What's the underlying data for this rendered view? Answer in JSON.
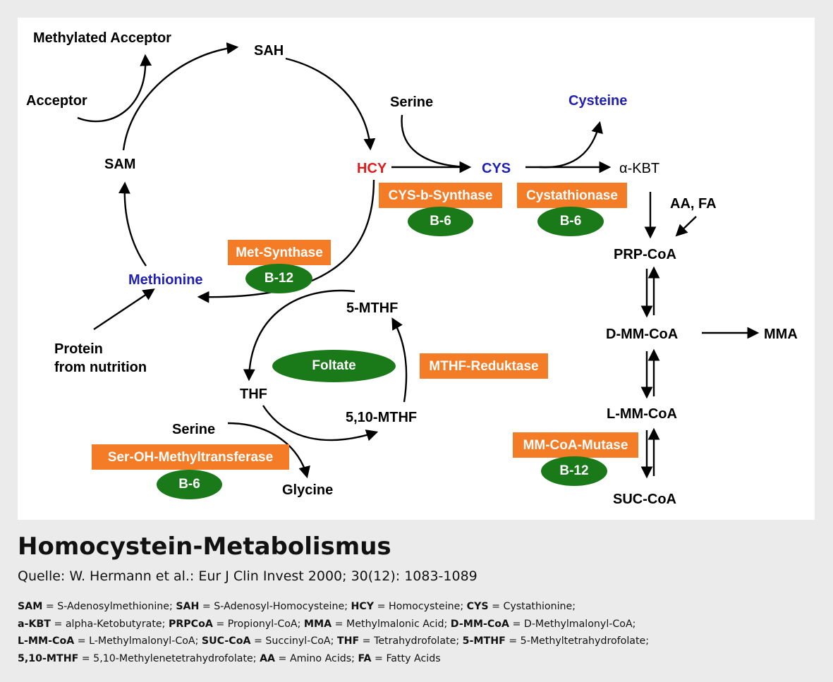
{
  "diagram": {
    "nodes": {
      "methylated_acceptor": "Methylated Acceptor",
      "sah": "SAH",
      "acceptor": "Acceptor",
      "sam": "SAM",
      "methionine": "Methionine",
      "protein": "Protein",
      "from_nutrition": "from nutrition",
      "hcy": "HCY",
      "cys": "CYS",
      "serine_top": "Serine",
      "cysteine": "Cysteine",
      "a_kbt": "α-KBT",
      "aa_fa": "AA, FA",
      "prp_coa": "PRP-CoA",
      "d_mm_coa": "D-MM-CoA",
      "mma": "MMA",
      "l_mm_coa": "L-MM-CoA",
      "suc_coa": "SUC-CoA",
      "five_mthf": "5-MTHF",
      "thf": "THF",
      "five_ten_mthf": "5,10-MTHF",
      "serine_bottom": "Serine",
      "glycine": "Glycine"
    },
    "enzymes": {
      "cys_b_synthase": "CYS-b-Synthase",
      "cystathionase": "Cystathionase",
      "met_synthase": "Met-Synthase",
      "mthf_reduktase": "MTHF-Reduktase",
      "ser_oh_methyltransferase": "Ser-OH-Methyltransferase",
      "mm_coa_mutase": "MM-CoA-Mutase"
    },
    "cofactors": {
      "b6_cbs": "B-6",
      "b6_cystathionase": "B-6",
      "b12_met_synthase": "B-12",
      "foltate": "Foltate",
      "b6_shmt": "B-6",
      "b12_mutase": "B-12"
    },
    "colors": {
      "enzyme_bg": "#f47c26",
      "cofactor_bg": "#1a7a1a",
      "blue_label": "#1f1fb5",
      "red_label": "#e01b1b"
    }
  },
  "caption": {
    "title": "Homocystein-Metabolismus",
    "source": "Quelle: W. Hermann et al.: Eur J Clin Invest 2000; 30(12): 1083-1089"
  },
  "glossary": {
    "lines": [
      [
        {
          "abbr": "SAM",
          "def": " = S-Adenosylmethionine; "
        },
        {
          "abbr": "SAH",
          "def": " = S-Adenosyl-Homocysteine; "
        },
        {
          "abbr": "HCY",
          "def": " = Homocysteine; "
        },
        {
          "abbr": "CYS",
          "def": " = Cystathionine;"
        }
      ],
      [
        {
          "abbr": "a-KBT",
          "def": " = alpha-Ketobutyrate; "
        },
        {
          "abbr": "PRPCoA",
          "def": " = Propionyl-CoA; "
        },
        {
          "abbr": "MMA",
          "def": " = Methylmalonic Acid; "
        },
        {
          "abbr": "D-MM-CoA",
          "def": " = D-Methylmalonyl-CoA;"
        }
      ],
      [
        {
          "abbr": "L-MM-CoA",
          "def": " = L-Methylmalonyl-CoA; "
        },
        {
          "abbr": "SUC-CoA",
          "def": " = Succinyl-CoA; "
        },
        {
          "abbr": "THF",
          "def": " = Tetrahydrofolate; "
        },
        {
          "abbr": "5-MTHF",
          "def": " = 5-Methyltetrahydrofolate;"
        }
      ],
      [
        {
          "abbr": "5,10-MTHF",
          "def": " = 5,10-Methylenetetrahydrofolate; "
        },
        {
          "abbr": "AA",
          "def": " = Amino Acids; "
        },
        {
          "abbr": "FA",
          "def": " = Fatty Acids"
        }
      ]
    ]
  }
}
